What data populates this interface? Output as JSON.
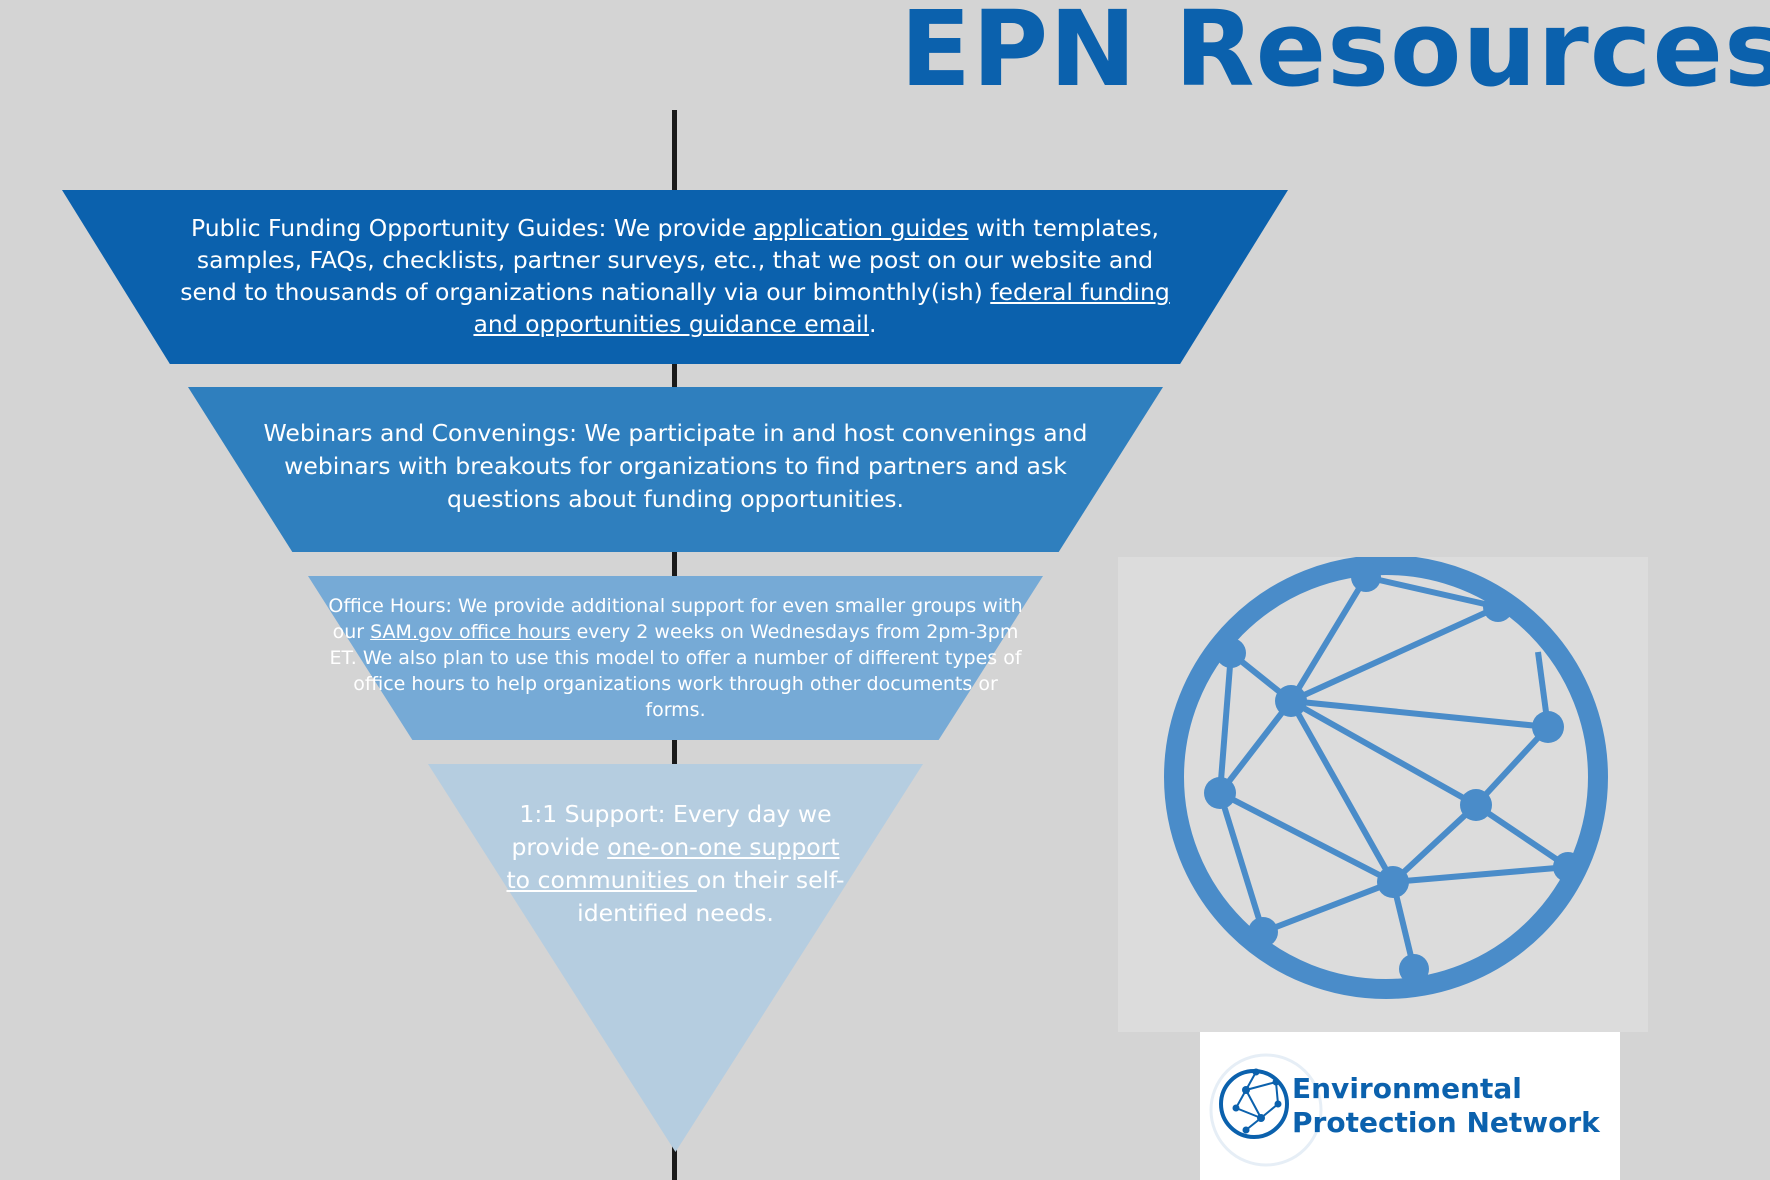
{
  "title": "EPN Resources",
  "tiers": [
    {
      "segments": [
        {
          "text": "Public Funding Opportunity Guides: We provide "
        },
        {
          "text": "application guides",
          "link": true
        },
        {
          "text": " with templates, samples, FAQs, checklists, partner surveys, etc., that we post on our website and send to thousands of organizations nationally via our bimonthly(ish) "
        },
        {
          "text": "federal funding and opportunities guidance email",
          "link": true
        },
        {
          "text": "."
        }
      ],
      "color": "#0b61ad"
    },
    {
      "segments": [
        {
          "text": "Webinars and Convenings: We participate in and host convenings and webinars with breakouts for organizations to find partners and ask questions about funding opportunities."
        }
      ],
      "color": "#2f7fbe"
    },
    {
      "segments": [
        {
          "text": "Office Hours: We provide additional support for  even  smaller groups with our "
        },
        {
          "text": "SAM.gov office hours",
          "link": true
        },
        {
          "text": " every 2 weeks on Wednesdays from 2pm-3pm ET. We also plan to use this model to offer a number of different types of office hours to help organizations work through other documents or forms."
        }
      ],
      "color": "#76aad6"
    },
    {
      "segments": [
        {
          "text": "1:1 Support: Every day we provide "
        },
        {
          "text": "one-on-one support to communities ",
          "link": true
        },
        {
          "text": "on their self-identified needs."
        }
      ],
      "color": "#b5cde0"
    }
  ],
  "logo": {
    "line1": "Environmental",
    "line2": "Protection Network",
    "icon": "globe-network-icon",
    "color": "#0b61ad",
    "globe_color": "#4a8cc9"
  }
}
